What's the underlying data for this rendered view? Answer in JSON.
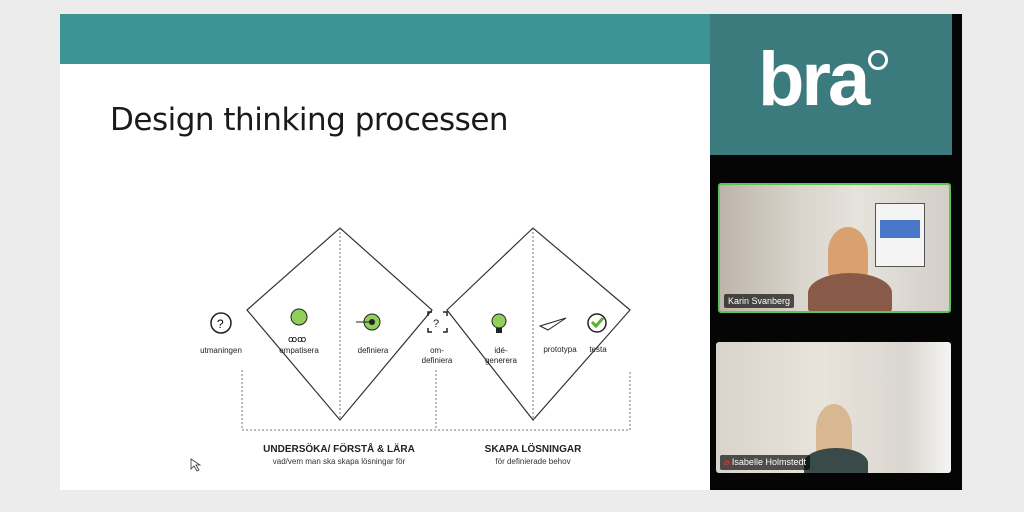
{
  "slide": {
    "title": "Design thinking processen",
    "steps": [
      {
        "label": "utmaningen",
        "icon": "question-cloud-icon"
      },
      {
        "label": "empatisera",
        "icon": "people-icon"
      },
      {
        "label": "definiera",
        "icon": "target-icon"
      },
      {
        "label": "om-\ndefiniera",
        "icon": "question-frame-icon"
      },
      {
        "label": "idé-\ngenerera",
        "icon": "lightbulb-icon"
      },
      {
        "label": "prototypa",
        "icon": "paper-plane-icon"
      },
      {
        "label": "testa",
        "icon": "checkmark-icon"
      }
    ],
    "phases": [
      {
        "heading": "UNDERSÖKA/ FÖRSTÅ & LÄRA",
        "sub": "vad/vem man ska skapa lösningar för"
      },
      {
        "heading": "SKAPA LÖSNINGAR",
        "sub": "för definierade behov"
      }
    ],
    "accent": "#3c9494"
  },
  "logo": {
    "text": "bra"
  },
  "participants": [
    {
      "name": "Karin Svanberg",
      "speaking": true
    },
    {
      "name": "Isabelle Holmstedt",
      "muted": true
    }
  ]
}
